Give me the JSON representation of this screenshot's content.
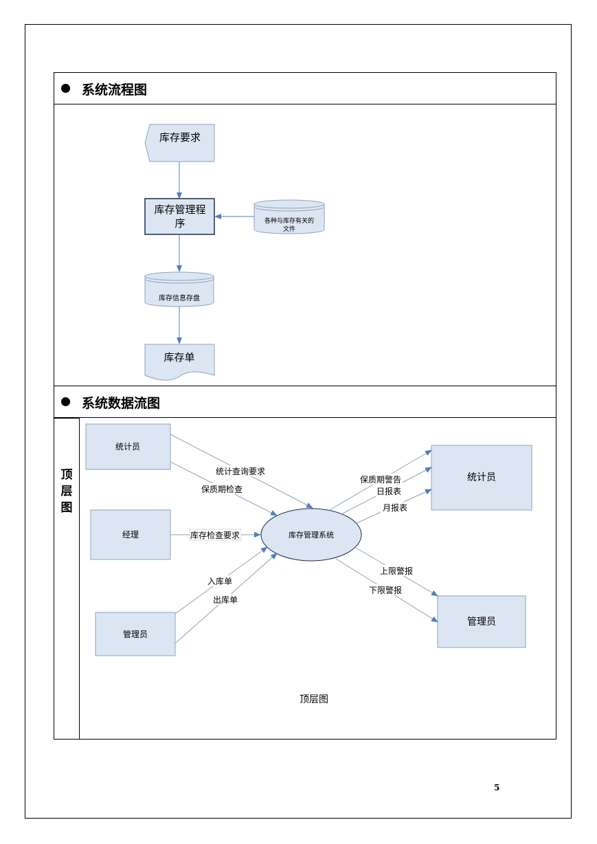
{
  "sections": {
    "flow_title": "系统流程图",
    "dfd_title": "系统数据流图",
    "side_label": "顶层图"
  },
  "flowchart": {
    "input_doc": "库存要求",
    "process_line1": "库存管理程",
    "process_line2": "序",
    "related_files_line1": "各种与库存有关的",
    "related_files_line2": "文件",
    "storage": "库存信息存盘",
    "output_doc": "库存单"
  },
  "dfd": {
    "entity_stat_left": "统计员",
    "entity_manager": "经理",
    "entity_admin_left": "管理员",
    "process": "库存管理系统",
    "entity_stat_right": "统计员",
    "entity_admin_right": "管理员",
    "flow_query": "统计查询要求",
    "flow_shelf_check": "保质期检查",
    "flow_stock_check": "库存检查要求",
    "flow_in": "入库单",
    "flow_out": "出库单",
    "flow_shelf_alert": "保质期警告",
    "flow_daily": "日报表",
    "flow_monthly": "月报表",
    "flow_upper": "上限警报",
    "flow_lower": "下限警报",
    "caption": "顶层图"
  },
  "page_number": "5",
  "colors": {
    "shape_fill": "#dce6f2",
    "shape_stroke": "#8ea1bd",
    "arrow": "#4f7fbf",
    "line": "#000000"
  }
}
